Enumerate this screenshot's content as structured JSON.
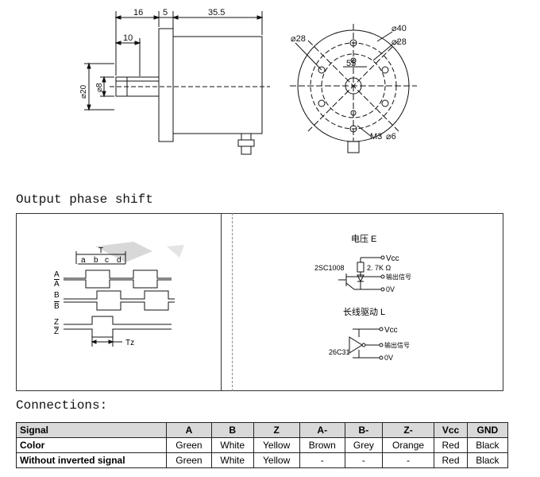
{
  "drawing": {
    "dim_16": "16",
    "dim_5": "5",
    "dim_35_5": "35.5",
    "dim_10": "10",
    "dim_d20": "⌀20",
    "dim_d8": "⌀8",
    "dim_d28_left": "⌀28",
    "dim_d40": "⌀40",
    "dim_d28_right": "⌀28",
    "dim_55": "55",
    "dim_m3": "M3",
    "dim_d6": "⌀6"
  },
  "output_phase": {
    "heading": "Output phase shift",
    "wave_labels": {
      "T": "T",
      "a": "a",
      "b": "b",
      "c": "c",
      "d": "d",
      "A": "A",
      "A_bar": "A",
      "B": "B",
      "B_bar": "B",
      "Z": "Z",
      "Z_bar": "Z",
      "Tz": "Tz"
    },
    "circuit": {
      "voltage_title": "电压  E",
      "vcc_1": "Vcc",
      "transistor_1": "2SC1008",
      "resistor": "2. 7K Ω",
      "signal_out_1": "输出信号",
      "zero_v_1": "0V",
      "line_driver_title": "长线驱动  L",
      "vcc_2": "Vcc",
      "signal_out_2": "输出信号",
      "chip": "26C31",
      "zero_v_2": "0V"
    }
  },
  "connections": {
    "heading": "Connections:",
    "header": [
      "Signal",
      "A",
      "B",
      "Z",
      "A-",
      "B-",
      "Z-",
      "Vcc",
      "GND"
    ],
    "rows": [
      [
        "Color",
        "Green",
        "White",
        "Yellow",
        "Brown",
        "Grey",
        "Orange",
        "Red",
        "Black"
      ],
      [
        "Without inverted signal",
        "Green",
        "White",
        "Yellow",
        "-",
        "-",
        "-",
        "Red",
        "Black"
      ]
    ]
  }
}
